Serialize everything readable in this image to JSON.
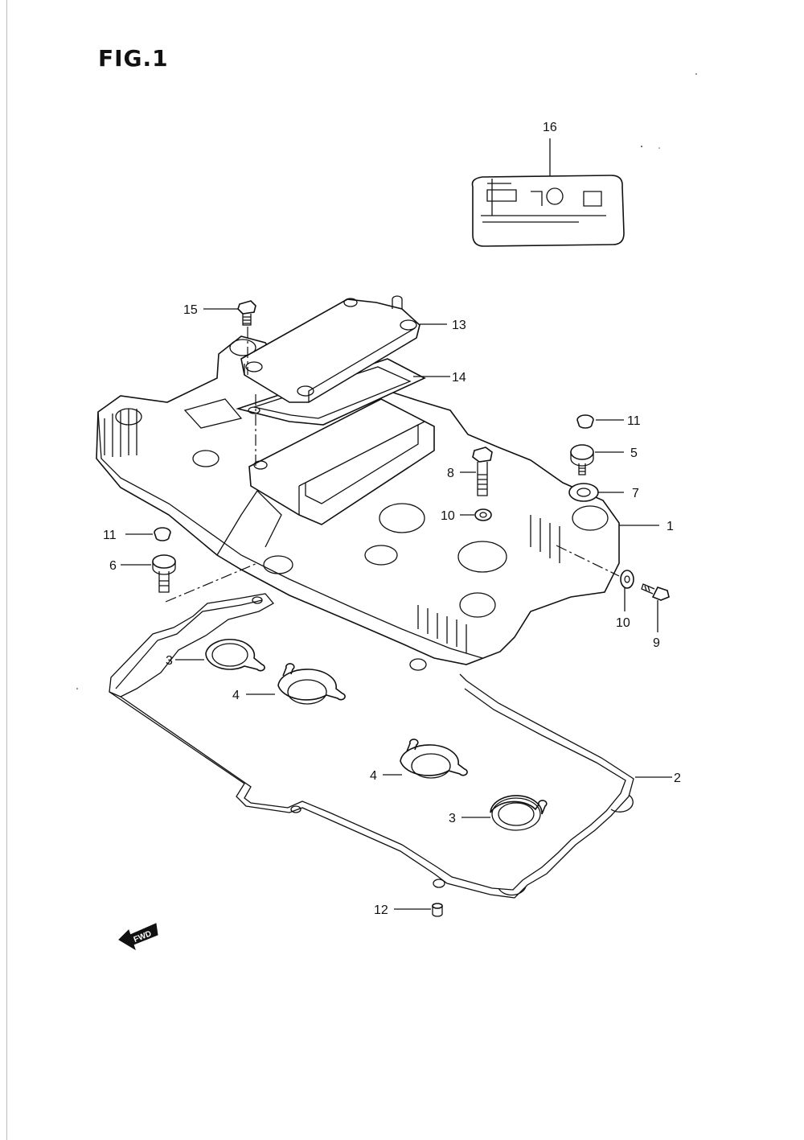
{
  "figure": {
    "title": "FIG.1"
  },
  "fwd_mark": "FWD",
  "callouts": {
    "c1": "1",
    "c2": "2",
    "c3a": "3",
    "c3b": "3",
    "c4a": "4",
    "c4b": "4",
    "c5": "5",
    "c6": "6",
    "c7": "7",
    "c8": "8",
    "c9": "9",
    "c10a": "10",
    "c10b": "10",
    "c11a": "11",
    "c11b": "11",
    "c12": "12",
    "c13": "13",
    "c14": "14",
    "c15": "15",
    "c16": "16"
  }
}
